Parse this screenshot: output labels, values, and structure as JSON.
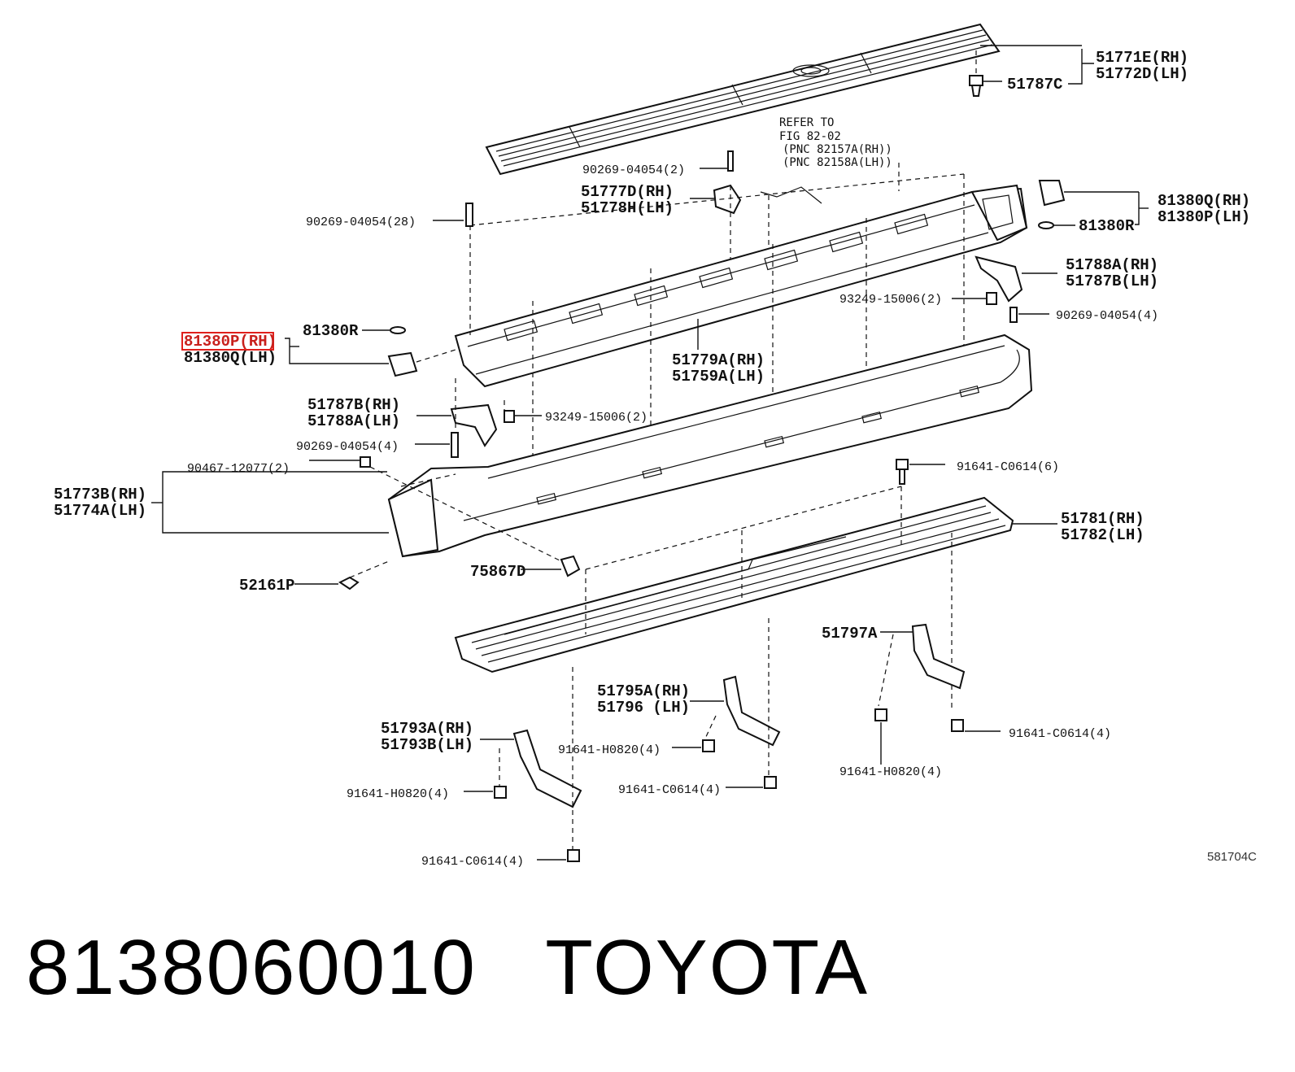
{
  "labels": {
    "l_51771E": "51771E(RH)",
    "l_51772D": "51772D(LH)",
    "l_51787C": "51787C",
    "l_refer1": "REFER TO",
    "l_refer2": "FIG 82-02",
    "l_refer3": "(PNC 82157A(RH))",
    "l_refer4": "(PNC 82158A(LH))",
    "l_90269_2": "90269-04054(2)",
    "l_51777D": "51777D(RH)",
    "l_51778H": "51778H(LH)",
    "l_81380Q_top": "81380Q(RH)",
    "l_81380P_top": "81380P(LH)",
    "l_81380R_top": "81380R",
    "l_90269_28": "90269-04054(28)",
    "l_51788A_top": "51788A(RH)",
    "l_51787B_top": "51787B(LH)",
    "l_93249_top": "93249-15006(2)",
    "l_90269_4_top": "90269-04054(4)",
    "l_81380P_left": "81380P(RH)",
    "l_81380Q_left": "81380Q(LH)",
    "l_81380R_left": "81380R",
    "l_51779A": "51779A(RH)",
    "l_51759A": "51759A(LH)",
    "l_51787B_mid": "51787B(RH)",
    "l_51788A_mid": "51788A(LH)",
    "l_93249_mid": "93249-15006(2)",
    "l_90269_4_mid": "90269-04054(4)",
    "l_90467": "90467-12077(2)",
    "l_51773B": "51773B(RH)",
    "l_51774A": "51774A(LH)",
    "l_91641_C_6": "91641-C0614(6)",
    "l_51781": "51781(RH)",
    "l_51782": "51782(LH)",
    "l_52161P": "52161P",
    "l_75867D": "75867D",
    "l_51797A": "51797A",
    "l_51795A": "51795A(RH)",
    "l_51796": "51796 (LH)",
    "l_51793A": "51793A(RH)",
    "l_51793B": "51793B(LH)",
    "l_91641_H_a": "91641-H0820(4)",
    "l_91641_C_a": "91641-C0614(4)",
    "l_91641_H_b": "91641-H0820(4)",
    "l_91641_H_c": "91641-H0820(4)",
    "l_91641_C_b": "91641-C0614(4)",
    "l_91641_C_c": "91641-C0614(4)"
  },
  "figure_code": "581704C",
  "footer": {
    "part_number": "8138060010",
    "brand": "TOYOTA"
  },
  "highlight": {
    "part": "81380P(RH)",
    "color": "#e0201c"
  }
}
